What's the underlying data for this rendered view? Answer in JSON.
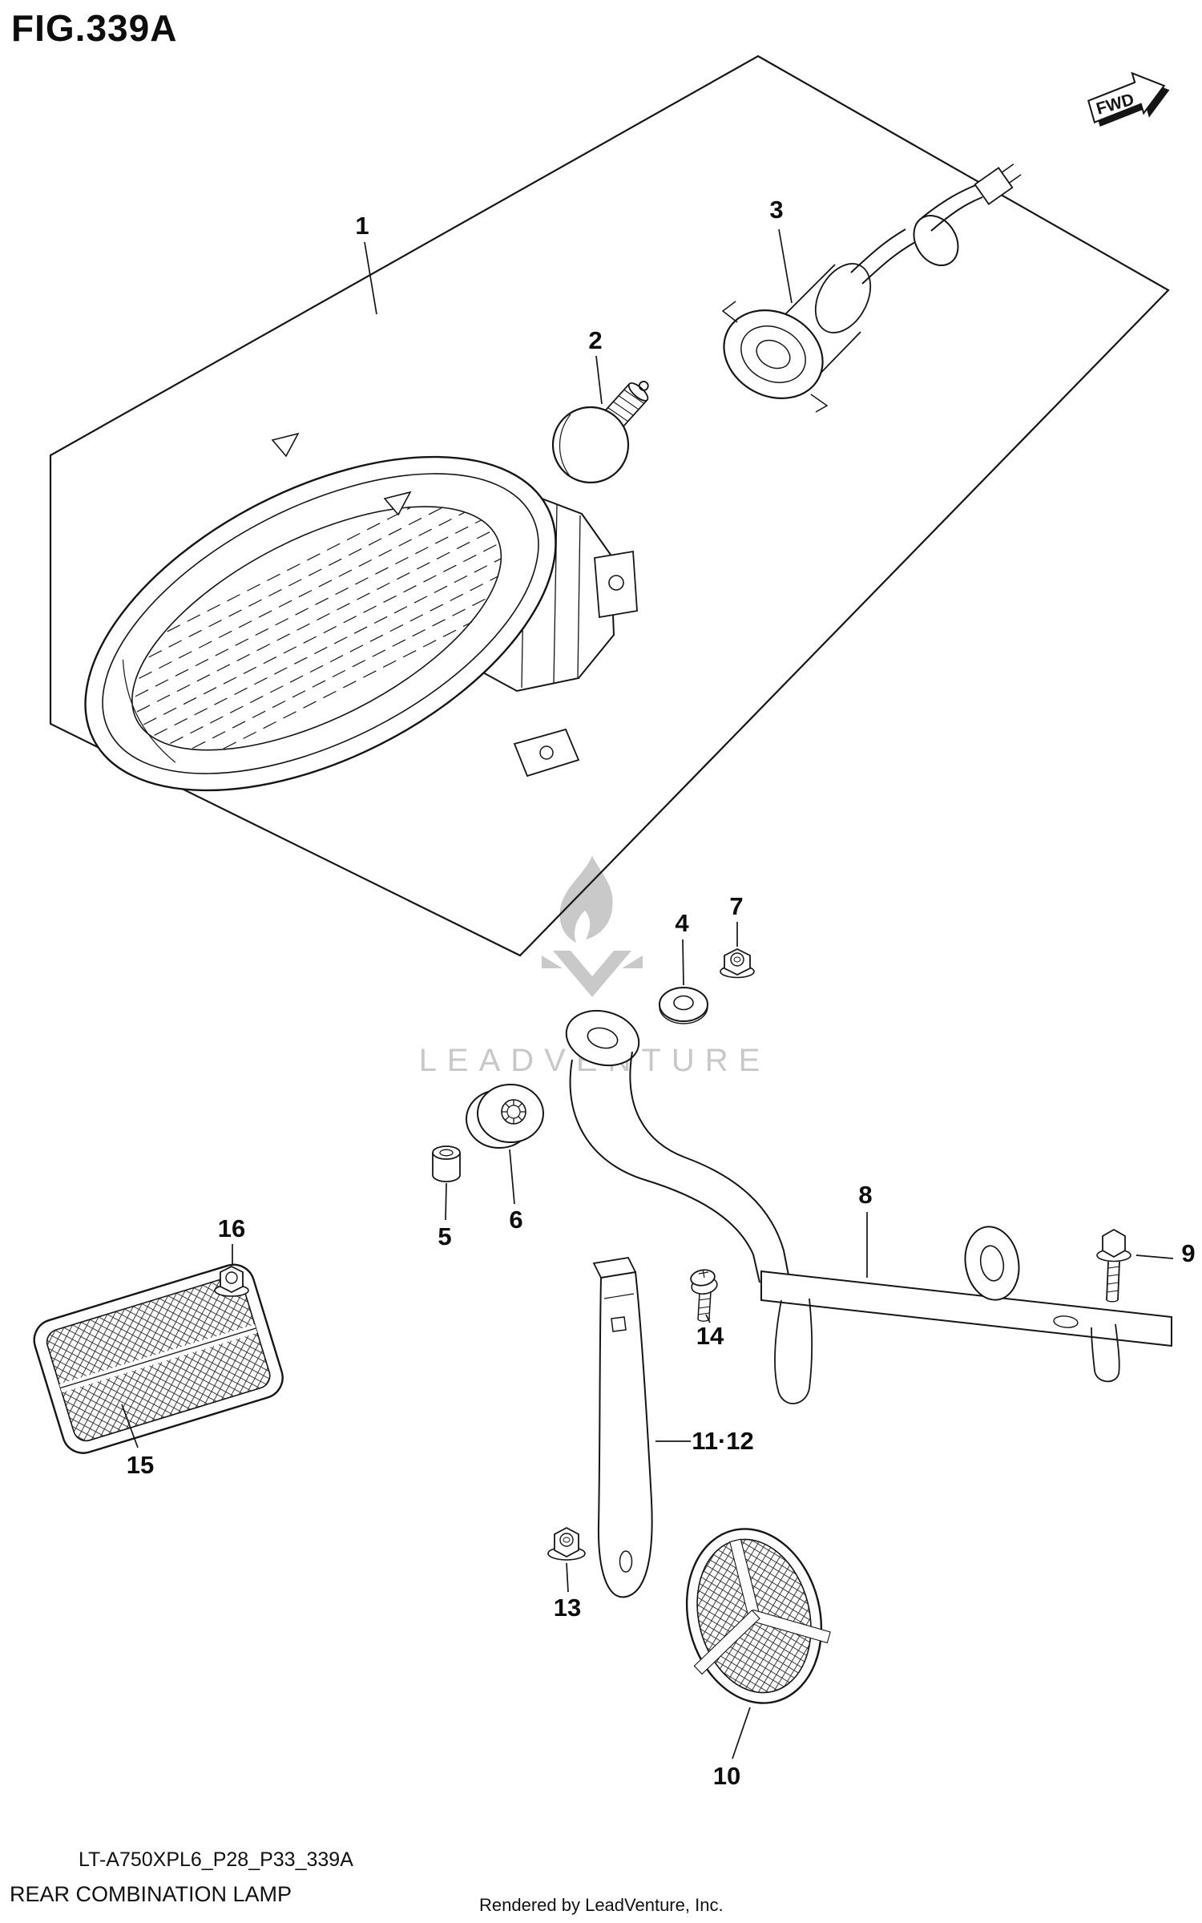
{
  "figure": {
    "title": "FIG.339A",
    "fwd_label": "FWD",
    "footer": {
      "part_code": "LT-A750XPL6_P28_P33_339A",
      "figure_name": "REAR COMBINATION LAMP",
      "credit": "Rendered by LeadVenture, Inc."
    }
  },
  "watermark": {
    "text": "LEADVENTURE"
  },
  "diagram": {
    "type": "exploded-parts-diagram",
    "callouts": {
      "c1": "1",
      "c2": "2",
      "c3": "3",
      "c4": "4",
      "c5": "5",
      "c6": "6",
      "c7": "7",
      "c8": "8",
      "c9": "9",
      "c10": "10",
      "c11_12": "11·12",
      "c13": "13",
      "c14": "14",
      "c15": "15",
      "c16": "16"
    },
    "colors": {
      "line": "#151515",
      "watermark": "#c8c8c8",
      "background": "#ffffff"
    }
  }
}
